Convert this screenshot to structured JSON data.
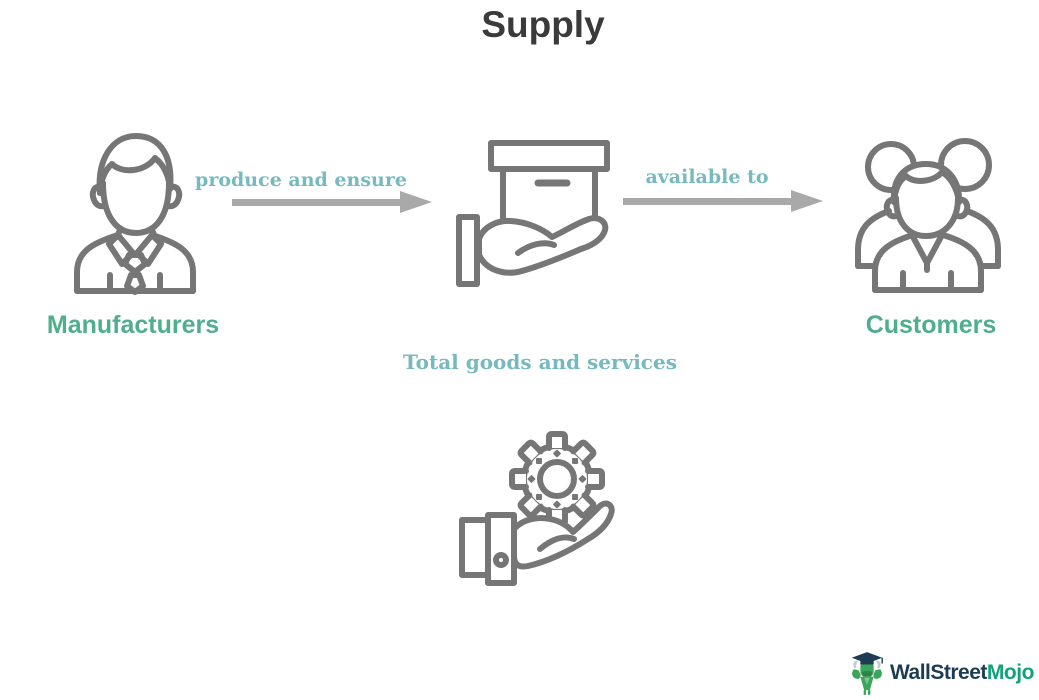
{
  "title": "Supply",
  "flow": {
    "manufacturers_label": "Manufacturers",
    "arrow1_label": "produce and ensure",
    "goods_label": "Total goods and services",
    "arrow2_label": "available to",
    "customers_label": "Customers"
  },
  "icons": {
    "manufacturers": "businessman-icon",
    "goods": "hand-holding-box-icon",
    "customers": "people-group-icon",
    "services": "hand-holding-gear-icon",
    "logo": "bull-mascot-icon"
  },
  "logo": {
    "text_primary": "WallStreet",
    "text_secondary": "Mojo"
  },
  "colors": {
    "title": "#3a3a3a",
    "label-green": "#4fae8c",
    "label-teal": "#76b9be",
    "icon-gray": "#767676",
    "arrow-gray": "#a9a9a9",
    "logo-navy": "#1d3c53",
    "logo-green": "#0ea37a",
    "mascot-green": "#3aa55b",
    "mascot-dark": "#1d3c53"
  }
}
